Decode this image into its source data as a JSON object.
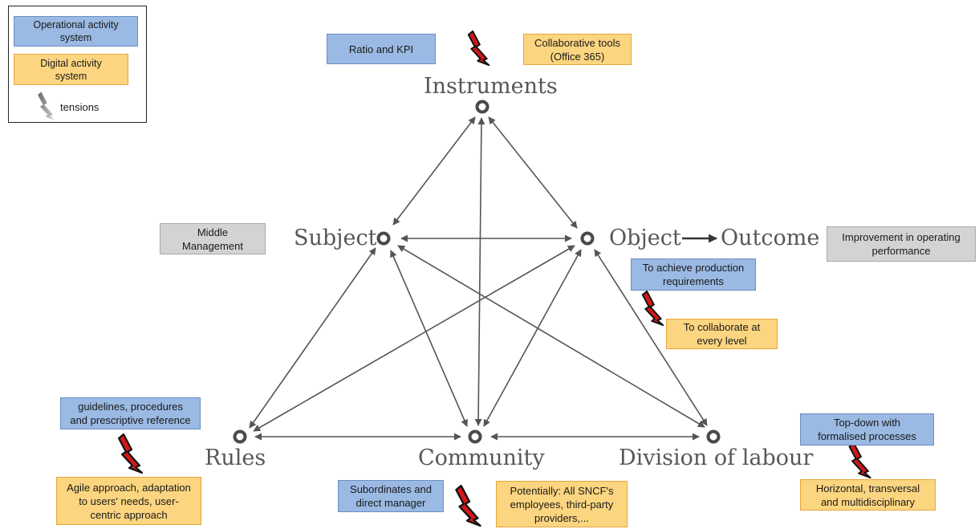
{
  "legend": {
    "operational_label": "Operational activity\nsystem",
    "digital_label": "Digital activity\nsystem",
    "tensions_label": "tensions"
  },
  "nodes": {
    "instruments": "Instruments",
    "subject": "Subject",
    "object": "Object",
    "outcome": "Outcome",
    "rules": "Rules",
    "community": "Community",
    "division_of_labour": "Division of labour"
  },
  "boxes": {
    "ratio_kpi": "Ratio and KPI",
    "collaborative_tools": "Collaborative tools\n(Office 365)",
    "middle_management": "Middle\nManagement",
    "improvement": "Improvement in operating\nperformance",
    "production_requirements": "To achieve production\nrequirements",
    "collaborate_every_level": "To collaborate at\nevery level",
    "guidelines": "guidelines, procedures\nand prescriptive reference",
    "agile_approach": "Agile approach, adaptation\nto users' needs, user-\ncentric approach",
    "subordinates": "Subordinates and\ndirect manager",
    "potentially_all": "Potentially: All SNCF's\nemployees, third-party\nproviders,...",
    "top_down": "Top-down with\nformalised processes",
    "horizontal": "Horizontal, transversal\nand multidisciplinary"
  },
  "colors": {
    "operational": "#9ab9e3",
    "digital": "#fcd580",
    "neutral": "#d3d3d3",
    "tension_fill": "#d01818",
    "arrow": "#555555"
  }
}
